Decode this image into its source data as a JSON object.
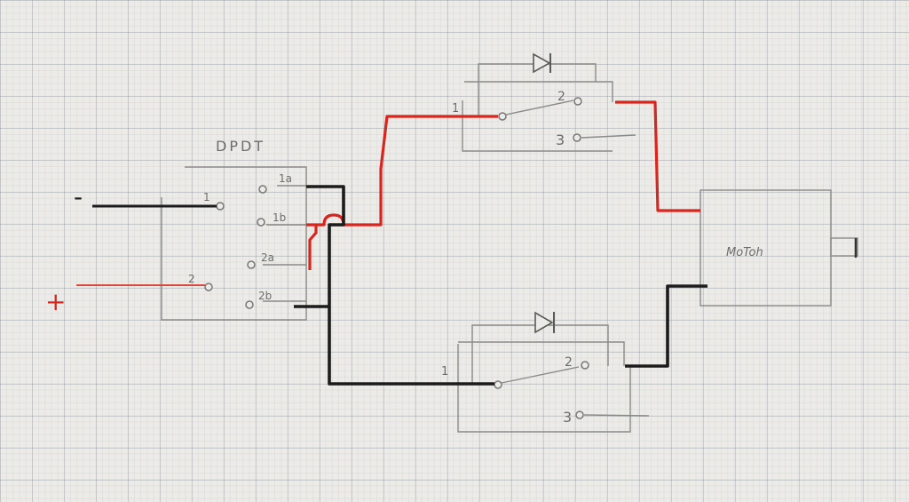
{
  "dpdt": {
    "title": "DPDT",
    "input_pin_1": "1",
    "input_pin_2": "2",
    "terminal_1a": "1a",
    "terminal_1b": "1b",
    "terminal_2a": "2a",
    "terminal_2b": "2b"
  },
  "supply": {
    "negative_symbol": "-",
    "positive_symbol": "+"
  },
  "top_switch": {
    "pin_1": "1",
    "pin_2": "2",
    "pin_3": "3"
  },
  "bottom_switch": {
    "pin_1": "1",
    "pin_2": "2",
    "pin_3": "3"
  },
  "motor": {
    "label": "MoToh"
  },
  "colors": {
    "red_wire": "#d8261e",
    "black_wire": "#1c1c1c",
    "pencil": "#8a8a88",
    "paper": "#ecebe8"
  }
}
